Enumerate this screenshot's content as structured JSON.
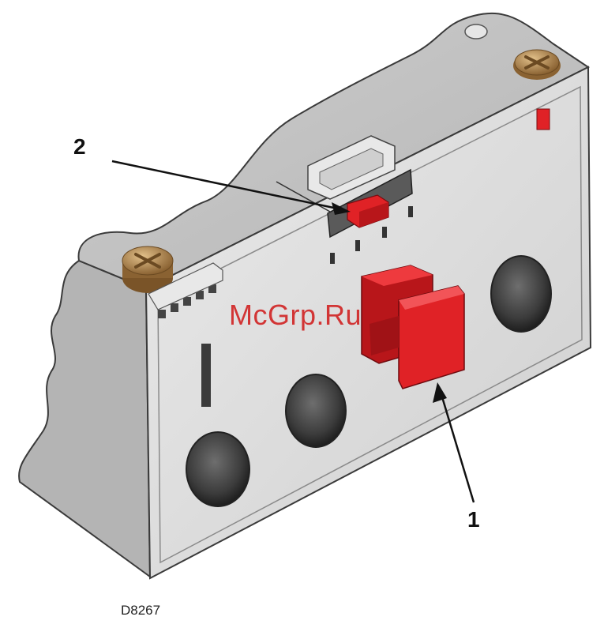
{
  "callouts": {
    "one": "1",
    "two": "2"
  },
  "drawing_code": "D8267",
  "watermark": "McGrp.Ru",
  "colors": {
    "body_top": "#c4c4c4",
    "body_front": "#d9d9d9",
    "body_side": "#a6a6a6",
    "red_part": "#e02226",
    "red_dark": "#9a1014",
    "screw": "#b8894a",
    "hole": "#3a3a3a"
  },
  "icons": {
    "auxiliary_block": "contact-block-illustration",
    "terminal_screw": "cross-head-screw",
    "pointer": "leader-arrow"
  }
}
